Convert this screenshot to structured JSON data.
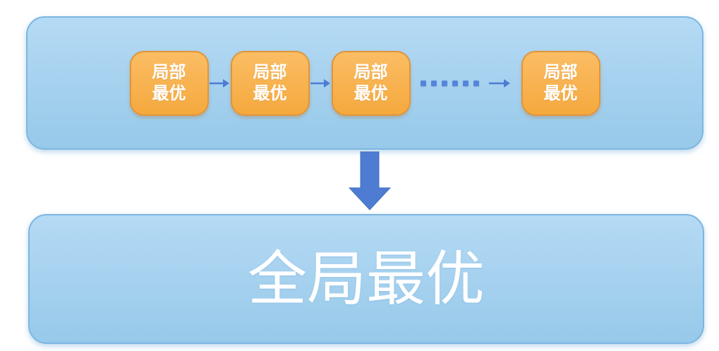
{
  "diagram": {
    "local_nodes": [
      {
        "line1": "局部",
        "line2": "最优"
      },
      {
        "line1": "局部",
        "line2": "最优"
      },
      {
        "line1": "局部",
        "line2": "最优"
      },
      {
        "line1": "局部",
        "line2": "最优"
      }
    ],
    "ellipsis_dot_count": 6,
    "global_node": {
      "label": "全局最优"
    }
  },
  "colors": {
    "panel_fill_top": "#B5DAF4",
    "panel_fill_bottom": "#97C9EA",
    "panel_border": "#7DB6E0",
    "node_fill_top": "#FBBD64",
    "node_fill_bottom": "#F5A93E",
    "node_border": "#E0953C",
    "connector_blue": "#4C7CD4",
    "dot_blue": "#5585DB",
    "arrow_fill": "#4E7CD2",
    "arrow_stroke": "#4470BE",
    "text_white": "#FFFFFF"
  }
}
